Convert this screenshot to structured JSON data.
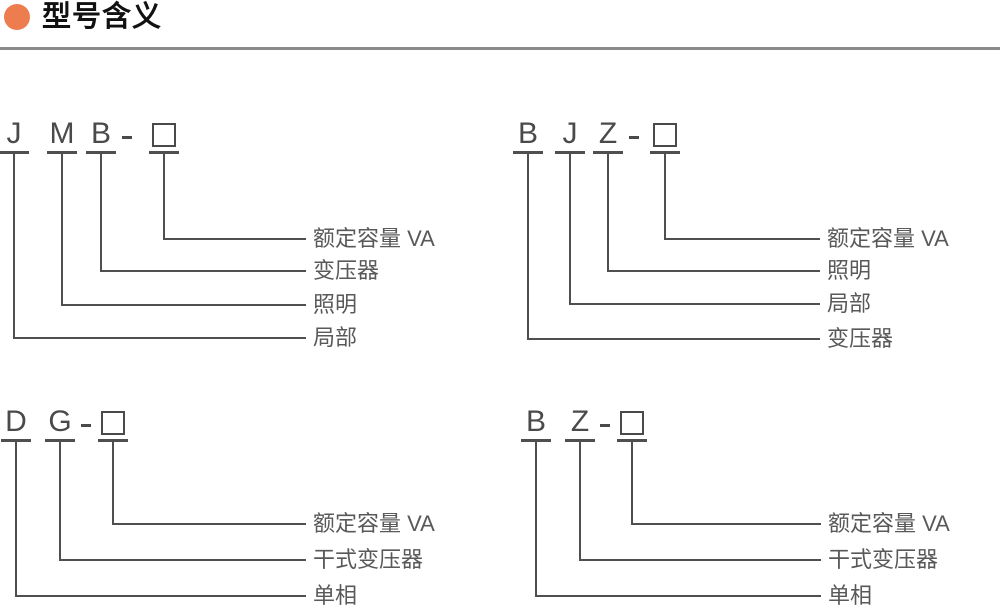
{
  "header": {
    "title": "型号含义",
    "accent_color": "#ED7C4F"
  },
  "diagrams": [
    {
      "name": "jmb",
      "code": [
        "J",
        "M",
        "B"
      ],
      "separator": "-",
      "placeholder": "□",
      "labels": [
        "额定容量 VA",
        "变压器",
        "照明",
        "局部"
      ]
    },
    {
      "name": "bjz",
      "code": [
        "B",
        "J",
        "Z"
      ],
      "separator": "-",
      "placeholder": "□",
      "labels": [
        "额定容量 VA",
        "照明",
        "局部",
        "变压器"
      ]
    },
    {
      "name": "dg",
      "code": [
        "D",
        "G"
      ],
      "separator": "-",
      "placeholder": "□",
      "labels": [
        "额定容量 VA",
        "干式变压器",
        "单相"
      ]
    },
    {
      "name": "bz",
      "code": [
        "B",
        "Z"
      ],
      "separator": "-",
      "placeholder": "□",
      "labels": [
        "额定容量 VA",
        "干式变压器",
        "单相"
      ]
    }
  ]
}
